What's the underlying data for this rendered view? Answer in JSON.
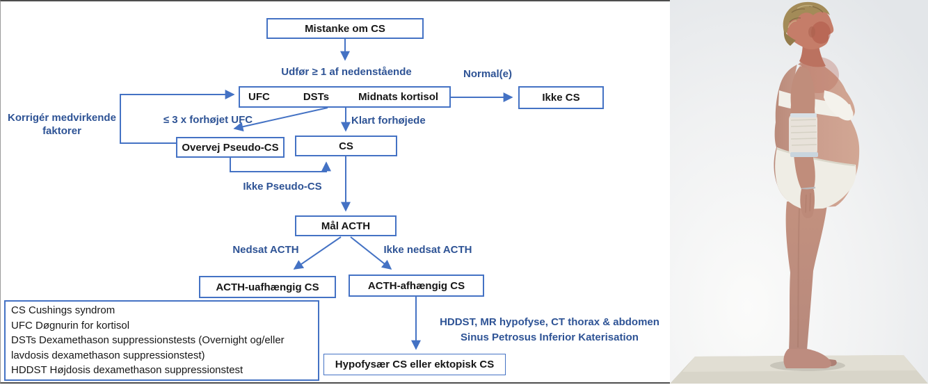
{
  "colors": {
    "box_border": "#4472C4",
    "arrow": "#4472C4",
    "label_text": "#2E5395",
    "box_text": "#161616"
  },
  "flowchart": {
    "boxes": {
      "mistanke": "Mistanke om CS",
      "tests": {
        "items": [
          "UFC",
          "DSTs",
          "Midnats kortisol"
        ]
      },
      "ikke_cs": "Ikke CS",
      "overvej_pseudo": "Overvej Pseudo-CS",
      "cs": "CS",
      "maal_acth": "Mål ACTH",
      "acth_uafhaengig": "ACTH-uafhængig CS",
      "acth_afhaengig": "ACTH-afhængig CS",
      "hypofysaer": "Hypofysær CS eller ektopisk CS"
    },
    "labels": {
      "udfor": "Udfør ≥ 1 af nedenstående",
      "normal": "Normal(e)",
      "korriger_l1": "Korrigér medvirkende",
      "korriger_l2": "faktorer",
      "forhojet_ufc": "≤ 3 x forhøjet UFC",
      "klart": "Klart forhøjede",
      "ikke_pseudo": "Ikke Pseudo-CS",
      "nedsat": "Nedsat ACTH",
      "ikke_nedsat": "Ikke nedsat ACTH",
      "hddst_l1": "HDDST, MR hypofyse, CT thorax & abdomen",
      "hddst_l2": "Sinus Petrosus Inferior Katerisation"
    },
    "legend": {
      "lines": [
        "CS Cushings syndrom",
        "UFC Døgnurin for kortisol",
        "DSTs Dexamethason suppressionstests (Overnight og/eller",
        "lavdosis dexamethason suppressionstest)",
        "HDDST Højdosis dexamethason suppressionstest"
      ]
    }
  },
  "photo": {
    "name": "patient-side-profile-photo"
  }
}
